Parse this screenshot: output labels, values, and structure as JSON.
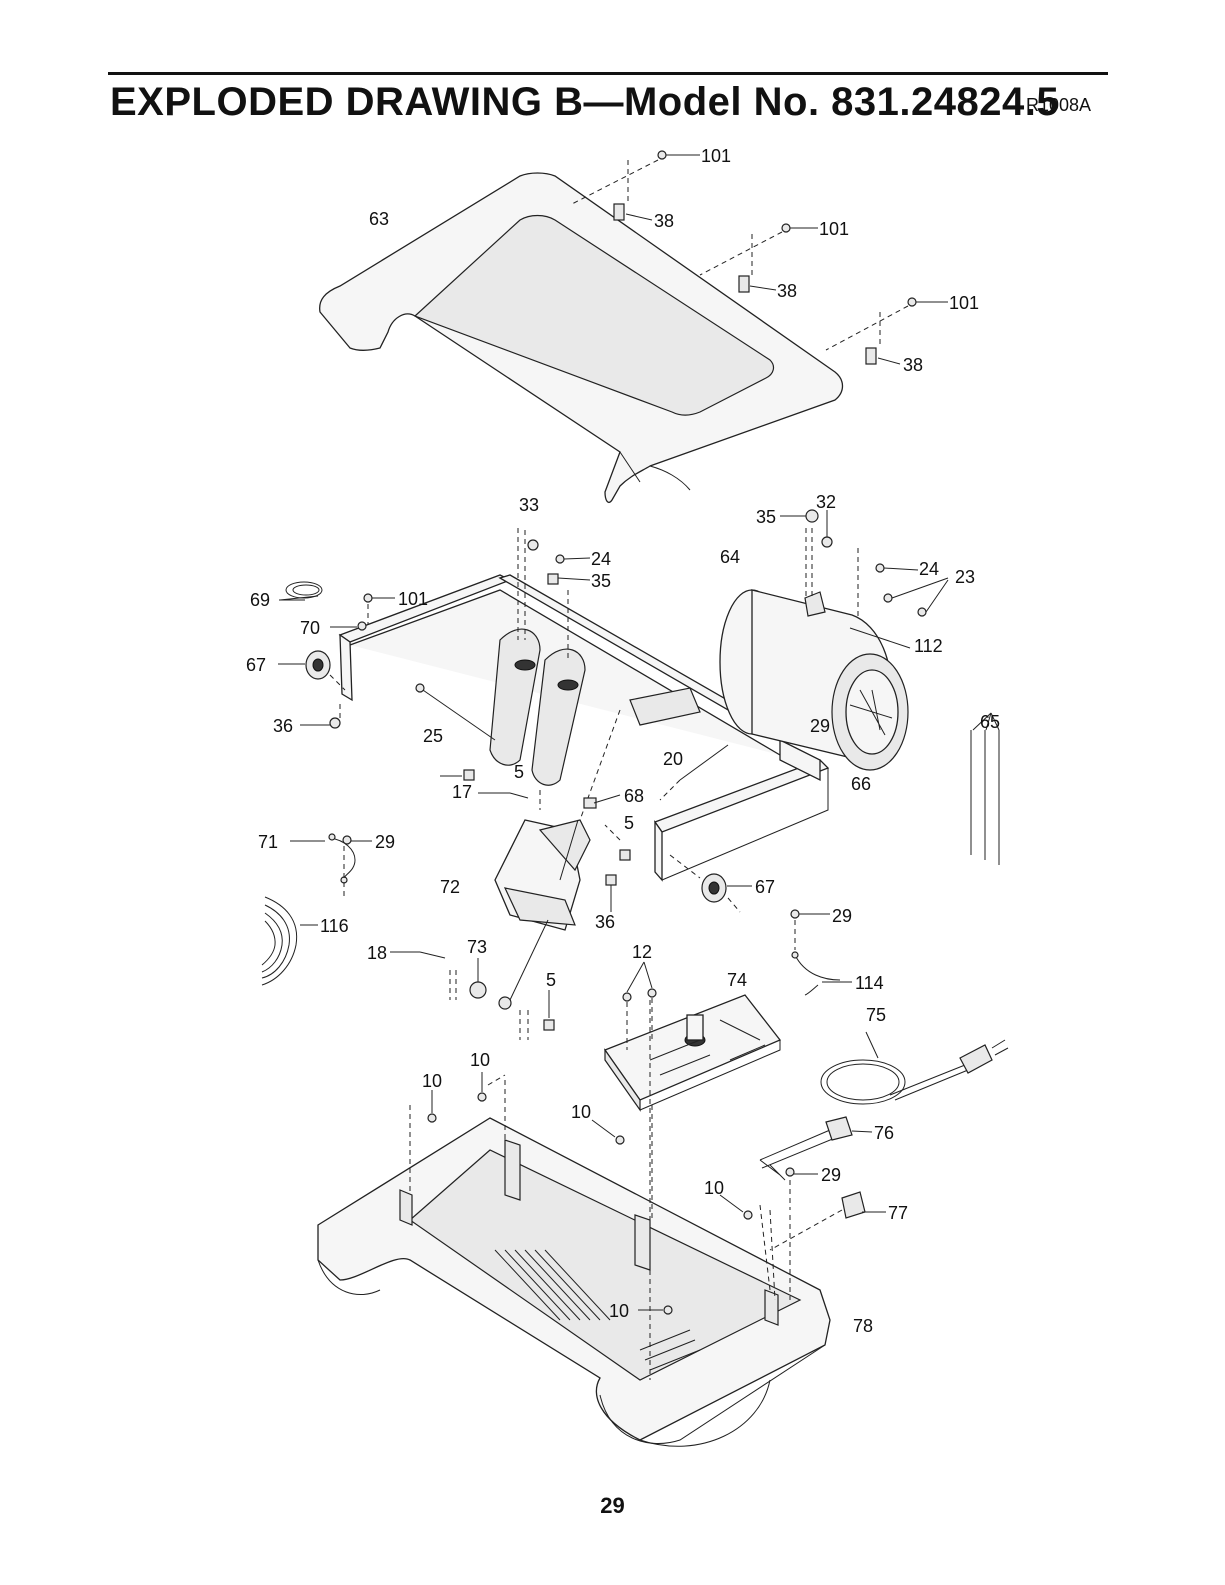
{
  "header": {
    "title": "EXPLODED DRAWING B—Model No. 831.24824.5",
    "code": "R1008A"
  },
  "footer": {
    "page_number": "29"
  },
  "callouts": [
    {
      "id": "c101a",
      "text": "101"
    },
    {
      "id": "c38a",
      "text": "38"
    },
    {
      "id": "c63",
      "text": "63"
    },
    {
      "id": "c101b",
      "text": "101"
    },
    {
      "id": "c38b",
      "text": "38"
    },
    {
      "id": "c101c",
      "text": "101"
    },
    {
      "id": "c38c",
      "text": "38"
    },
    {
      "id": "c33",
      "text": "33"
    },
    {
      "id": "c35a",
      "text": "35"
    },
    {
      "id": "c32",
      "text": "32"
    },
    {
      "id": "c24a",
      "text": "24"
    },
    {
      "id": "c64",
      "text": "64"
    },
    {
      "id": "c24b",
      "text": "24"
    },
    {
      "id": "c35b",
      "text": "35"
    },
    {
      "id": "c23",
      "text": "23"
    },
    {
      "id": "c69",
      "text": "69"
    },
    {
      "id": "c101d",
      "text": "101"
    },
    {
      "id": "c112",
      "text": "112"
    },
    {
      "id": "c70",
      "text": "70"
    },
    {
      "id": "c67a",
      "text": "67"
    },
    {
      "id": "c65",
      "text": "65"
    },
    {
      "id": "c36a",
      "text": "36"
    },
    {
      "id": "c25",
      "text": "25"
    },
    {
      "id": "c29a",
      "text": "29"
    },
    {
      "id": "c20",
      "text": "20"
    },
    {
      "id": "c5a",
      "text": "5"
    },
    {
      "id": "c66",
      "text": "66"
    },
    {
      "id": "c17",
      "text": "17"
    },
    {
      "id": "c68",
      "text": "68"
    },
    {
      "id": "c5b",
      "text": "5"
    },
    {
      "id": "c71",
      "text": "71"
    },
    {
      "id": "c29b",
      "text": "29"
    },
    {
      "id": "c72",
      "text": "72"
    },
    {
      "id": "c67b",
      "text": "67"
    },
    {
      "id": "c36b",
      "text": "36"
    },
    {
      "id": "c29c",
      "text": "29"
    },
    {
      "id": "c116",
      "text": "116"
    },
    {
      "id": "c73",
      "text": "73"
    },
    {
      "id": "c12",
      "text": "12"
    },
    {
      "id": "c18",
      "text": "18"
    },
    {
      "id": "c74",
      "text": "74"
    },
    {
      "id": "c5c",
      "text": "5"
    },
    {
      "id": "c114",
      "text": "114"
    },
    {
      "id": "c75",
      "text": "75"
    },
    {
      "id": "c10a",
      "text": "10"
    },
    {
      "id": "c10b",
      "text": "10"
    },
    {
      "id": "c10c",
      "text": "10"
    },
    {
      "id": "c76",
      "text": "76"
    },
    {
      "id": "c29d",
      "text": "29"
    },
    {
      "id": "c10d",
      "text": "10"
    },
    {
      "id": "c77",
      "text": "77"
    },
    {
      "id": "c10e",
      "text": "10"
    },
    {
      "id": "c78",
      "text": "78"
    }
  ]
}
